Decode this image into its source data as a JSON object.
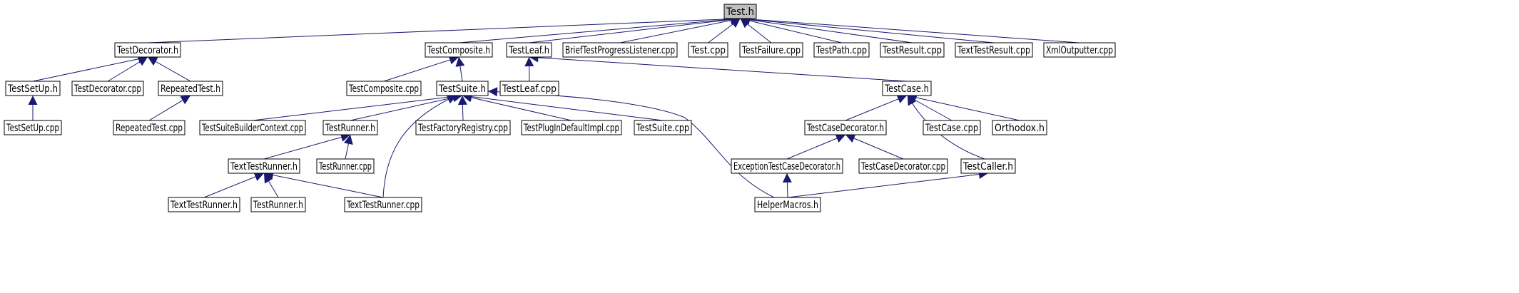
{
  "graph": {
    "colors": {
      "background": "#ffffff",
      "node_stroke": "#000000",
      "node_fill": "#ffffff",
      "root_fill": "#bfbfbf",
      "edge": "#191970",
      "text": "#000000"
    },
    "root": "n0",
    "nodes": {
      "n0": {
        "label": "Test.h"
      },
      "n1": {
        "label": "TestDecorator.h"
      },
      "n2": {
        "label": "TestComposite.h"
      },
      "n3": {
        "label": "TestLeaf.h"
      },
      "n4": {
        "label": "BriefTestProgressListener.cpp"
      },
      "n5": {
        "label": "Test.cpp"
      },
      "n6": {
        "label": "TestFailure.cpp"
      },
      "n7": {
        "label": "TestPath.cpp"
      },
      "n8": {
        "label": "TestResult.cpp"
      },
      "n9": {
        "label": "TextTestResult.cpp"
      },
      "n10": {
        "label": "XmlOutputter.cpp"
      },
      "n11": {
        "label": "TestSetUp.h"
      },
      "n12": {
        "label": "TestDecorator.cpp"
      },
      "n13": {
        "label": "RepeatedTest.h"
      },
      "n14": {
        "label": "TestComposite.cpp"
      },
      "n15": {
        "label": "TestSuite.h"
      },
      "n16": {
        "label": "TestLeaf.cpp"
      },
      "n17": {
        "label": "TestCase.h"
      },
      "n18": {
        "label": "TestSetUp.cpp"
      },
      "n19": {
        "label": "RepeatedTest.cpp"
      },
      "n20": {
        "label": "TestSuiteBuilderContext.cpp"
      },
      "n21": {
        "label": "TestRunner.h"
      },
      "n22": {
        "label": "TestFactoryRegistry.cpp"
      },
      "n23": {
        "label": "TestPlugInDefaultImpl.cpp"
      },
      "n24": {
        "label": "TestSuite.cpp"
      },
      "n25": {
        "label": "TestCaseDecorator.h"
      },
      "n26": {
        "label": "TestCase.cpp"
      },
      "n27": {
        "label": "Orthodox.h"
      },
      "n28": {
        "label": "TextTestRunner.h"
      },
      "n29": {
        "label": "TestRunner.cpp"
      },
      "n30": {
        "label": "ExceptionTestCaseDecorator.h"
      },
      "n31": {
        "label": "TestCaseDecorator.cpp"
      },
      "n32": {
        "label": "TestCaller.h"
      },
      "n33": {
        "label": "TextTestRunner.h"
      },
      "n34": {
        "label": "TestRunner.h"
      },
      "n35": {
        "label": "TextTestRunner.cpp"
      },
      "n36": {
        "label": "HelperMacros.h"
      }
    },
    "edges": [
      [
        "n0",
        "n1"
      ],
      [
        "n0",
        "n2"
      ],
      [
        "n0",
        "n3"
      ],
      [
        "n0",
        "n4"
      ],
      [
        "n0",
        "n5"
      ],
      [
        "n0",
        "n6"
      ],
      [
        "n0",
        "n7"
      ],
      [
        "n0",
        "n8"
      ],
      [
        "n0",
        "n9"
      ],
      [
        "n0",
        "n10"
      ],
      [
        "n1",
        "n11"
      ],
      [
        "n1",
        "n12"
      ],
      [
        "n1",
        "n13"
      ],
      [
        "n2",
        "n14"
      ],
      [
        "n2",
        "n15"
      ],
      [
        "n3",
        "n16"
      ],
      [
        "n3",
        "n17"
      ],
      [
        "n11",
        "n18"
      ],
      [
        "n13",
        "n19"
      ],
      [
        "n15",
        "n20"
      ],
      [
        "n15",
        "n21"
      ],
      [
        "n15",
        "n22"
      ],
      [
        "n15",
        "n23"
      ],
      [
        "n15",
        "n24"
      ],
      [
        "n15",
        "n35"
      ],
      [
        "n15",
        "n36"
      ],
      [
        "n17",
        "n25"
      ],
      [
        "n17",
        "n26"
      ],
      [
        "n17",
        "n27"
      ],
      [
        "n17",
        "n32"
      ],
      [
        "n21",
        "n28"
      ],
      [
        "n21",
        "n29"
      ],
      [
        "n25",
        "n30"
      ],
      [
        "n25",
        "n31"
      ],
      [
        "n28",
        "n33"
      ],
      [
        "n28",
        "n34"
      ],
      [
        "n28",
        "n35"
      ],
      [
        "n30",
        "n36"
      ],
      [
        "n32",
        "n36"
      ]
    ]
  }
}
